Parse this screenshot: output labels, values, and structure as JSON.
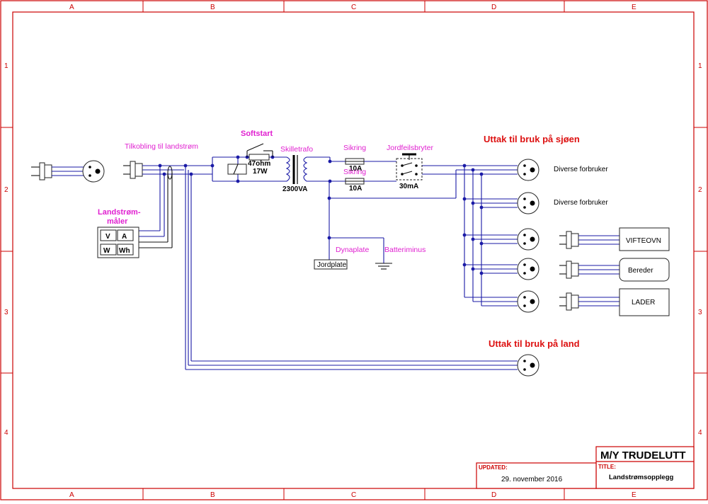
{
  "zones": {
    "columns": [
      "A",
      "B",
      "C",
      "D",
      "E"
    ],
    "rows": [
      "1",
      "2",
      "3",
      "4"
    ]
  },
  "labels": {
    "tilkobling": "Tilkobling til landstrøm",
    "landstrom_meter_line1": "Landstrøm-",
    "landstrom_meter_line2": "måler",
    "meter_v": "V",
    "meter_a": "A",
    "meter_w": "W",
    "meter_wh": "Wh",
    "softstart": "Softstart",
    "resistor_ohm": "47ohm",
    "resistor_w": "17W",
    "skilletrafo": "Skilletrafo",
    "trafo_rating": "2300VA",
    "sikring_1": "Sikring",
    "sikring_1_rating": "10A",
    "sikring_2": "Sikring",
    "sikring_2_rating": "10A",
    "jordfeilsbryter": "Jordfeilsbryter",
    "jordfeil_rating": "30mA",
    "dynaplate": "Dynaplate",
    "batteriminus": "Batteriminus",
    "jordplate": "Jordplate",
    "uttak_sjoen": "Uttak til bruk på sjøen",
    "diverse_1": "Diverse forbruker",
    "diverse_2": "Diverse forbruker",
    "vifteovn": "VIFTEOVN",
    "bereder": "Bereder",
    "lader": "LADER",
    "uttak_land": "Uttak til bruk på land"
  },
  "title_block": {
    "vessel": "M/Y TRUDELUTT",
    "updated_label": "UPDATED:",
    "updated_value": "29. november 2016",
    "title_label": "TITLE:",
    "title_value": "Landstrømsopplegg"
  },
  "colors": {
    "frame": "#cc0000",
    "wire": "#1a1aa6",
    "label_magenta": "#e020d0",
    "label_red": "#dd1111"
  }
}
